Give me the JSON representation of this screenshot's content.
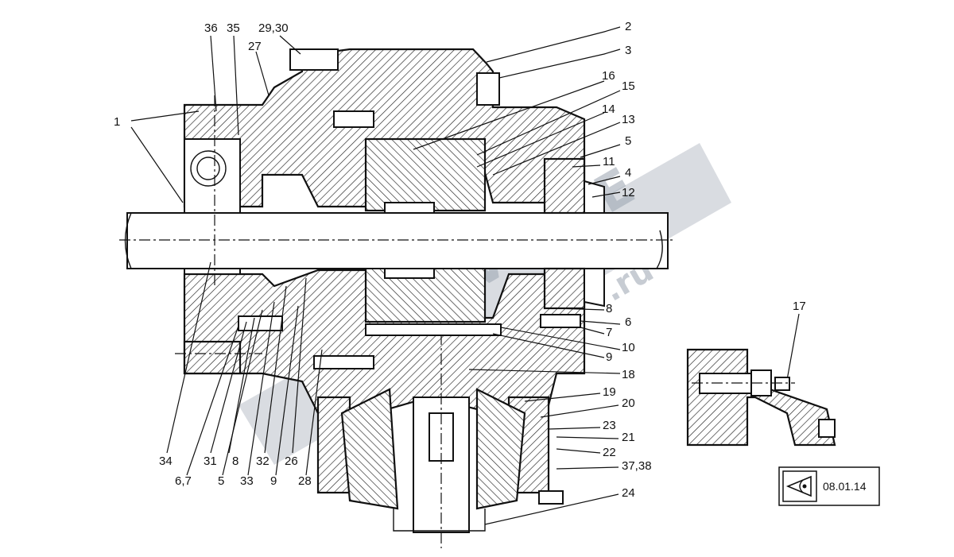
{
  "callouts": {
    "top": [
      "36",
      "35",
      "29,30",
      "27"
    ],
    "left": [
      "1"
    ],
    "right": [
      "2",
      "3",
      "16",
      "15",
      "14",
      "13",
      "5",
      "11",
      "4",
      "12",
      "8",
      "6",
      "7",
      "10",
      "9",
      "18",
      "19",
      "20",
      "23",
      "21",
      "22",
      "37,38",
      "24"
    ],
    "bottom_row1": [
      "34",
      "31",
      "8",
      "32",
      "26"
    ],
    "bottom_row2": [
      "6,7",
      "5",
      "33",
      "9",
      "28"
    ],
    "detail": [
      "17"
    ]
  },
  "watermark": {
    "text": "VENTE",
    "subtext": ".ru"
  },
  "doc_ref": {
    "code": "08.01.14",
    "icon": "eye-view-icon"
  }
}
